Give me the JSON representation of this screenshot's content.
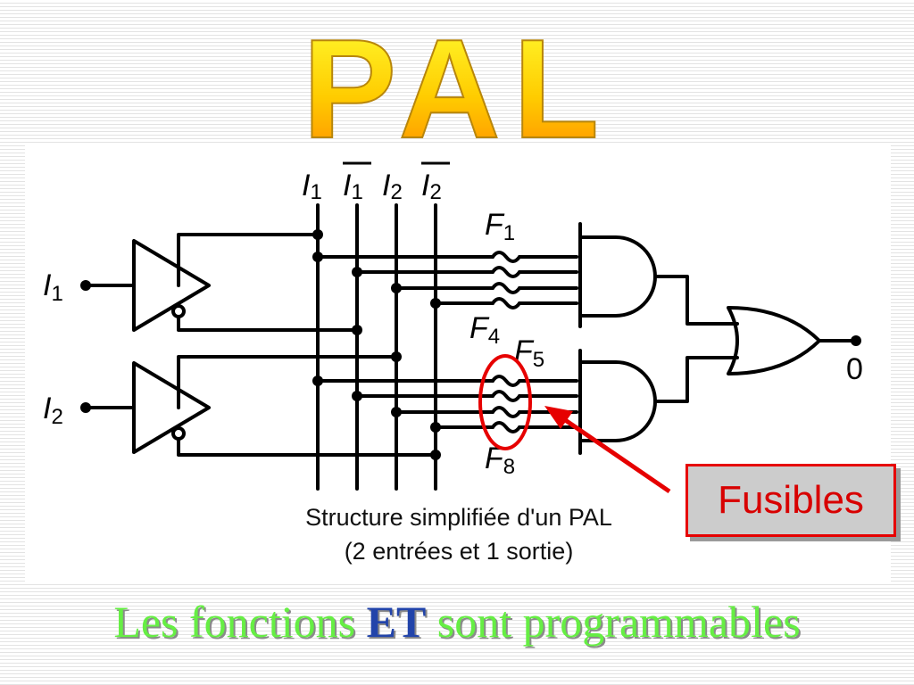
{
  "slide": {
    "title": "PAL",
    "caption_line1": "Structure simplifiée d'un PAL",
    "caption_line2": "(2 entrées et 1 sortie)",
    "callout": "Fusibles",
    "footer_part1": "Les fonctions ",
    "footer_highlight": "ET",
    "footer_part2": " sont programmables"
  },
  "diagram": {
    "column_labels": [
      {
        "letter": "I",
        "sub": "1",
        "bar": false
      },
      {
        "letter": "I",
        "sub": "1",
        "bar": true
      },
      {
        "letter": "I",
        "sub": "2",
        "bar": false
      },
      {
        "letter": "I",
        "sub": "2",
        "bar": true
      }
    ],
    "inputs": [
      {
        "letter": "I",
        "sub": "1"
      },
      {
        "letter": "I",
        "sub": "2"
      }
    ],
    "fuse_labels": [
      {
        "letter": "F",
        "sub": "1"
      },
      {
        "letter": "F",
        "sub": "4"
      },
      {
        "letter": "F",
        "sub": "5"
      },
      {
        "letter": "F",
        "sub": "8"
      }
    ],
    "output_label": "0"
  },
  "colors": {
    "title_top": "#ffff33",
    "title_bottom": "#ff8800",
    "callout_border": "#e60000",
    "callout_fill": "#cccccc",
    "callout_text": "#d80000",
    "highlight_ellipse": "#e60000",
    "footer_green": "#66ee44",
    "footer_blue": "#2244aa"
  }
}
